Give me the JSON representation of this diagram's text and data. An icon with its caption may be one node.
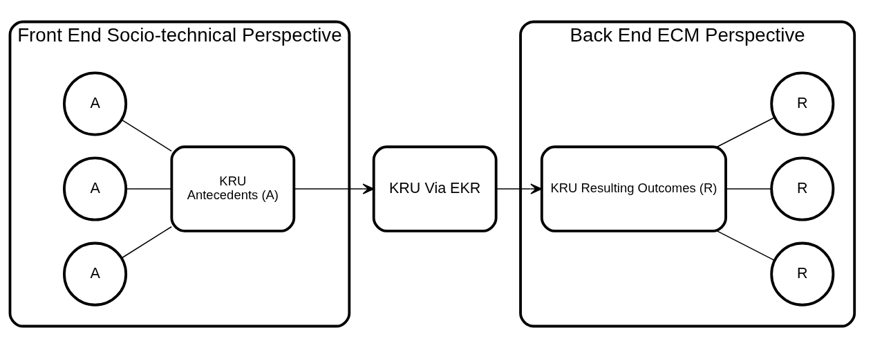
{
  "diagram": {
    "nodes": [
      {
        "text": [
          "Front End Socio-technical Perspective"
        ]
      },
      {
        "text": [
          "A"
        ],
        "in": 0
      },
      {
        "text": [
          "A"
        ],
        "in": 0
      },
      {
        "text": [
          "A"
        ],
        "in": 0
      },
      {
        "text": [
          "KRU Antecedents (A)"
        ],
        "in": 0
      },
      {
        "text": [
          "KRU Via EKR"
        ]
      },
      {
        "text": [
          "Back End ECM Perspective"
        ]
      },
      {
        "text": [
          "KRU Resulting Outcomes (R)"
        ],
        "in": 6
      },
      {
        "text": [
          "R"
        ],
        "in": 6
      },
      {
        "text": [
          "R"
        ],
        "in": 6
      },
      {
        "text": [
          "R"
        ],
        "in": 6
      }
    ],
    "edges": [
      {
        "from": 1,
        "to": 4,
        "arrow": "none"
      },
      {
        "from": 2,
        "to": 4,
        "arrow": "none"
      },
      {
        "from": 3,
        "to": 4,
        "arrow": "none"
      },
      {
        "from": 4,
        "to": 5,
        "arrow": "to"
      },
      {
        "from": 5,
        "to": 7,
        "arrow": "to"
      },
      {
        "from": 7,
        "to": 8,
        "arrow": "none"
      },
      {
        "from": 7,
        "to": 9,
        "arrow": "none"
      },
      {
        "from": 7,
        "to": 10,
        "arrow": "none"
      }
    ]
  }
}
